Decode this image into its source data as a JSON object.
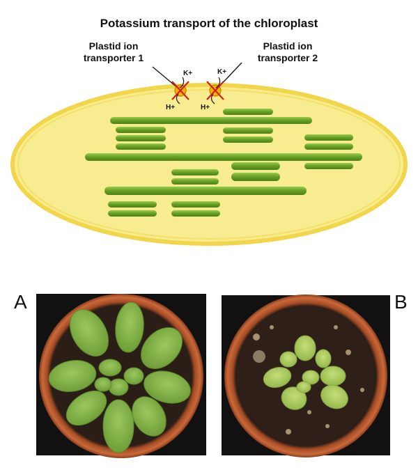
{
  "title": "Potassium transport of the chloroplast",
  "transporters": [
    {
      "label_line1": "Plastid ion",
      "label_line2": "transporter 1",
      "top_ion": "K+",
      "bottom_ion": "H+"
    },
    {
      "label_line1": "Plastid ion",
      "label_line2": "transporter 2",
      "top_ion": "K+",
      "bottom_ion": "H+"
    }
  ],
  "panels": [
    {
      "letter": "A",
      "icon": "plant-wild-type-photo"
    },
    {
      "letter": "B",
      "icon": "plant-mutant-photo"
    }
  ],
  "colors": {
    "chloroplast_fill": "#f7ec8f",
    "chloroplast_border": "#f1d54a",
    "thylakoid": "#5c961f",
    "thylakoid_light": "#8fc144",
    "transporter": "#f2b300",
    "cross": "#d11f1f",
    "pot": "#b8582e",
    "soil": "#3a2a20",
    "leaf_a": "#7bac45",
    "leaf_b": "#a9c95a"
  }
}
